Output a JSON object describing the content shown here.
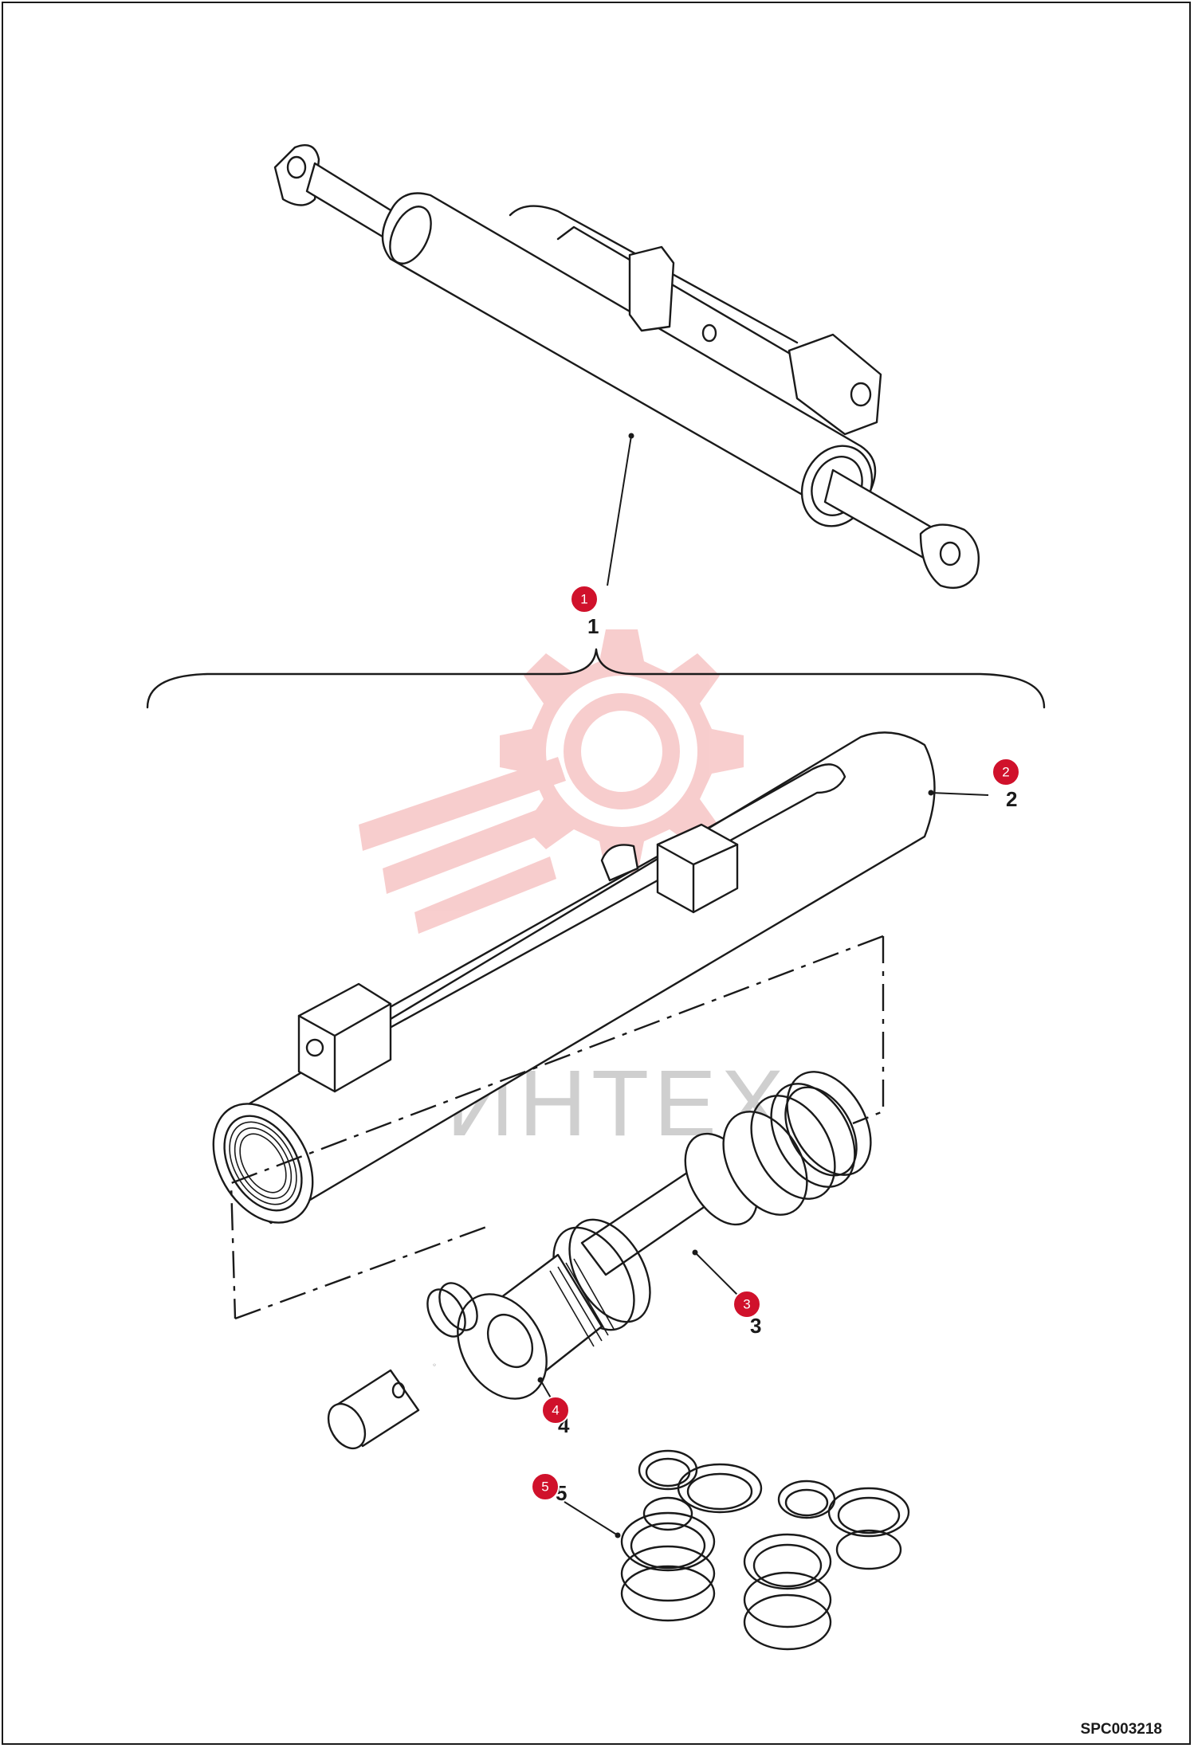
{
  "callouts": [
    {
      "id": "1",
      "label": "1"
    },
    {
      "id": "2",
      "label": "2"
    },
    {
      "id": "3",
      "label": "3"
    },
    {
      "id": "4",
      "label": "4"
    },
    {
      "id": "5",
      "label": "5"
    }
  ],
  "reference_code": "SPC003218",
  "watermark": "ИНТЕХ",
  "colors": {
    "badge": "#d0112b",
    "watermark_logo": "#f2b3b3",
    "line": "#1a1a1a"
  }
}
